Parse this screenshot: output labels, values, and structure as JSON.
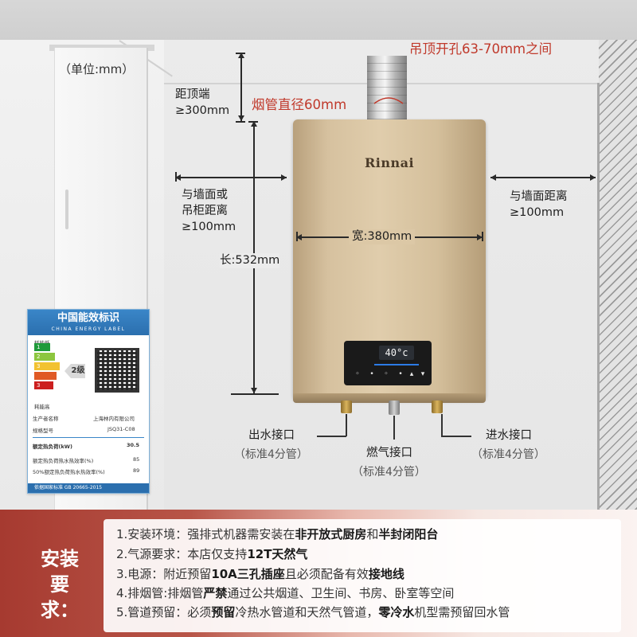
{
  "diagram": {
    "unit_note": "（单位:mm）",
    "ceiling_hole": "吊顶开孔63-70mm之间",
    "pipe_diameter": "烟管直径60mm",
    "top_clearance_l1": "距顶端",
    "top_clearance_l2": "≥300mm",
    "left_clearance_l1": "与墙面或",
    "left_clearance_l2": "吊柜距离",
    "left_clearance_l3": "≥100mm",
    "right_clearance_l1": "与墙面距离",
    "right_clearance_l2": "≥100mm",
    "width": "宽:380mm",
    "length": "长:532mm",
    "brand": "Rinnai",
    "display_temp": "40°c",
    "water_out": "出水接口",
    "water_out_sub": "（标准4分管）",
    "gas_in": "燃气接口",
    "gas_in_sub": "（标准4分管）",
    "water_in": "进水接口",
    "water_in_sub": "（标准4分管）"
  },
  "energy_label": {
    "title": "中国能效标识",
    "subtitle": "CHINA ENERGY LABEL",
    "low": "耗能低",
    "high": "耗能高",
    "grade": "2级",
    "maker_key": "生产者名称",
    "maker_val": "上海林内有限公司",
    "model_key": "规格型号",
    "model_val": "JSQ31-C08",
    "load_key": "额定热负荷(kW)",
    "load_val": "30.5",
    "eff1_key": "额定热负荷热水热效率(%)",
    "eff1_val": "85",
    "eff2_key": "50%额定热负荷热水热效率(%)",
    "eff2_val": "89",
    "footer": "依据国家标准 GB 20665-2015"
  },
  "requirements": {
    "title_l1": "安装",
    "title_l2": "要求：",
    "items": [
      {
        "pre": "1.安装环境：强排式机器需安装在",
        "b1": "非开放式厨房",
        "mid": "和",
        "b2": "半封闭阳台",
        "post": ""
      },
      {
        "pre": "2.气源要求：本店仅支持",
        "b1": "12T天然气",
        "mid": "",
        "b2": "",
        "post": ""
      },
      {
        "pre": "3.电源：附近预留",
        "b1": "10A三孔插座",
        "mid": "且必须配备有效",
        "b2": "接地线",
        "post": ""
      },
      {
        "pre": "4.排烟管:排烟管",
        "b1": "严禁",
        "mid": "通过公共烟道、卫生间、书房、卧室等空间",
        "b2": "",
        "post": ""
      },
      {
        "pre": "5.管道预留：必须",
        "b1": "预留",
        "mid": "冷热水管道和天然气管道，",
        "b2": "零冷水",
        "post": "机型需预留回水管"
      }
    ]
  },
  "colors": {
    "accent_red": "#c0392b",
    "heater_gold": "#d6c19f",
    "band_red": "#a63a30"
  }
}
